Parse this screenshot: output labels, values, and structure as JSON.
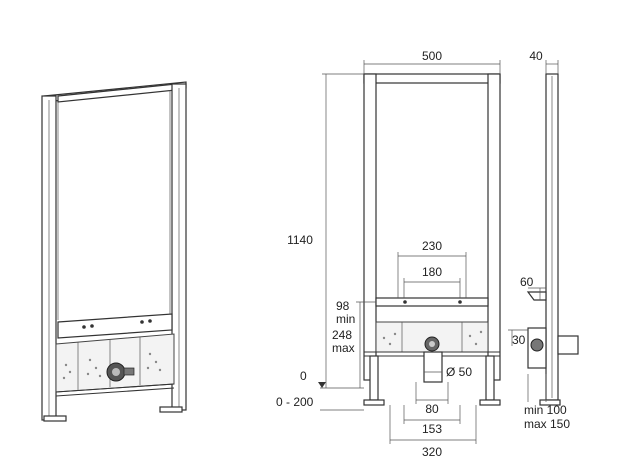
{
  "dimensions": {
    "width_top": "500",
    "depth_top": "40",
    "height": "1140",
    "spacing_outer": "230",
    "spacing_inner": "180",
    "min_98": "98",
    "min_label": "min",
    "h_248": "248",
    "max_label": "max",
    "zero": "0",
    "range_0_200": "0 - 200",
    "side_60": "60",
    "side_30": "30",
    "diameter": "Ø 50",
    "bottom_80": "80",
    "bottom_153": "153",
    "bottom_320": "320",
    "side_min": "min 100",
    "side_max": "max 150"
  }
}
